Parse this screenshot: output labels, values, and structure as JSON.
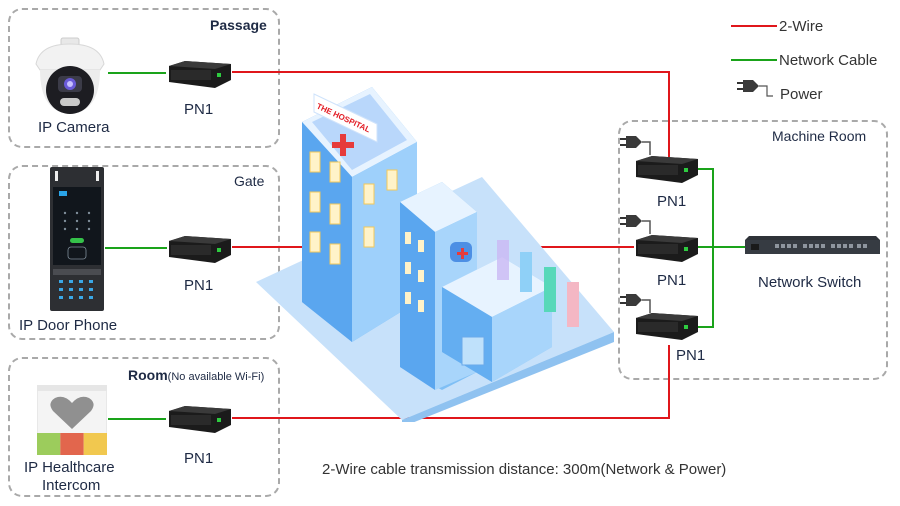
{
  "legend": {
    "two_wire": "2-Wire",
    "network_cable": "Network Cable",
    "power": "Power",
    "colors": {
      "two_wire": "#e0161b",
      "network_cable": "#1aa31a"
    }
  },
  "zones": {
    "passage": {
      "title": "Passage",
      "device": "IP Camera",
      "adapter": "PN1"
    },
    "gate": {
      "title": "Gate",
      "device": "IP Door Phone",
      "adapter": "PN1"
    },
    "room": {
      "title": "Room",
      "note": "(No available Wi-Fi)",
      "device_line1": "IP Healthcare",
      "device_line2": "Intercom",
      "adapter": "PN1"
    },
    "machine_room": {
      "title": "Machine Room",
      "adapters": [
        "PN1",
        "PN1",
        "PN1"
      ],
      "switch": "Network Switch"
    }
  },
  "building": {
    "sign": "THE HOSPITAL"
  },
  "footnote": "2-Wire cable transmission distance: 300m(Network & Power)"
}
